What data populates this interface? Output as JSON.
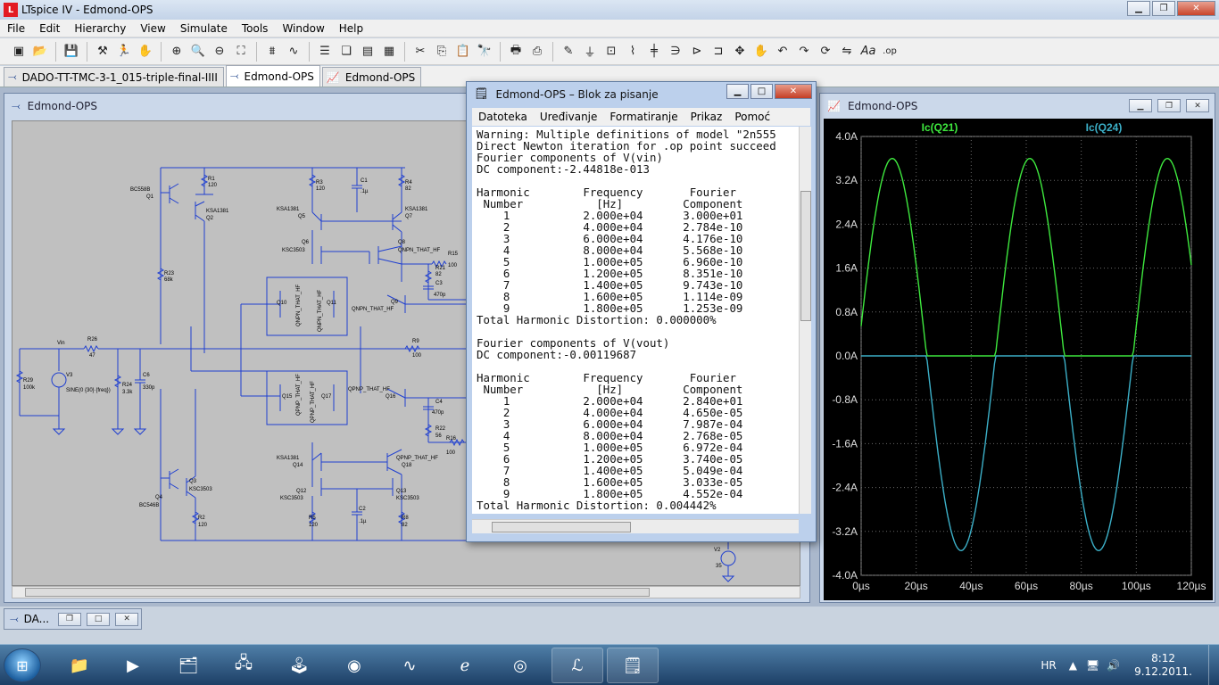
{
  "app": {
    "title": "LTspice IV - Edmond-OPS",
    "icon": "ltspice-icon"
  },
  "menubar": [
    "File",
    "Edit",
    "Hierarchy",
    "View",
    "Simulate",
    "Tools",
    "Window",
    "Help"
  ],
  "doc_tabs": [
    {
      "label": "DADO-TT-TMC-3-1_015-triple-final-IIII",
      "icon": "schematic-icon",
      "active": false
    },
    {
      "label": "Edmond-OPS",
      "icon": "schematic-icon",
      "active": true
    },
    {
      "label": "Edmond-OPS",
      "icon": "waveform-icon",
      "active": false
    }
  ],
  "schematic": {
    "title": "Edmond-OPS",
    "labels": {
      "r1": "R1",
      "r1v": "120",
      "q1": "BC558B",
      "q1n": "Q1",
      "q2": "KSA1381",
      "q2n": "Q2",
      "r3": "R3",
      "r3v": "120",
      "c1": "C1",
      "c1v": ".1µ",
      "r4": "R4",
      "r4v": "82",
      "q5": "KSA1381",
      "q5n": "Q5",
      "q7": "KSA1381",
      "q7n": "Q7",
      "q6": "KSC3503",
      "q6n": "Q6",
      "q8": "QNPN_THAT_HF",
      "q8n": "Q8",
      "r15": "R15",
      "r15v": "100",
      "r21": "R21",
      "r21v": "82",
      "c3": "C3",
      "c3v": "470p",
      "r23": "R23",
      "r23v": "68k",
      "q10": "Q10",
      "q11": "Q11",
      "qnpnv1": "QNPN_THAT_HF",
      "qnpnv2": "QNPN_THAT_HF",
      "q9": "QNPN_THAT_HF",
      "q9n": "Q9",
      "vin": "Vin",
      "r26": "R26",
      "r26v": "47",
      "r9": "R9",
      "r9v": "100",
      "r29": "R29",
      "r29v": "100k",
      "v3": "V3",
      "v3v": "SINE(0 {30} {freq})",
      "r24": "R24",
      "r24v": "3.3k",
      "c6": "C6",
      "c6v": "330p",
      "qpnpv1": "QPNP_THAT_HF",
      "qpnpv2": "QPNP_THAT_HF",
      "q15": "Q15",
      "q17": "Q17",
      "q16": "QPNP_THAT_HF",
      "q16n": "Q16",
      "c4": "C4",
      "c4v": "470p",
      "r22": "R22",
      "r22v": "56",
      "r16": "R16",
      "r16v": "100",
      "q14": "KSA1381",
      "q14n": "Q14",
      "q18": "QPNP_THAT_HF",
      "q18n": "Q18",
      "q3": "KSC3503",
      "q3n": "Q3",
      "q4": "BC546B",
      "q4n": "Q4",
      "r2": "R2",
      "r2v": "120",
      "q12": "KSC3503",
      "q12n": "Q12",
      "q13": "KSC3503",
      "q13n": "Q13",
      "r5": "R5",
      "r5v": "120",
      "c2": "C2",
      "c2v": ".1µ",
      "r8": "R8",
      "r8v": "82",
      "v2": "V2",
      "v2v": "35"
    }
  },
  "notepad": {
    "title": "Edmond-OPS – Blok za pisanje",
    "menu": [
      "Datoteka",
      "Uređivanje",
      "Formatiranje",
      "Prikaz",
      "Pomoć"
    ],
    "text": "Warning: Multiple definitions of model \"2n555\nDirect Newton iteration for .op point succeed\nFourier components of V(vin)\nDC component:-2.44818e-013\n\nHarmonic        Frequency       Fourier\n Number           [Hz]         Component\n    1           2.000e+04      3.000e+01\n    2           4.000e+04      2.784e-10\n    3           6.000e+04      4.176e-10\n    4           8.000e+04      5.568e-10\n    5           1.000e+05      6.960e-10\n    6           1.200e+05      8.351e-10\n    7           1.400e+05      9.743e-10\n    8           1.600e+05      1.114e-09\n    9           1.800e+05      1.253e-09\nTotal Harmonic Distortion: 0.000000%\n\nFourier components of V(vout)\nDC component:-0.00119687\n\nHarmonic        Frequency       Fourier\n Number           [Hz]         Component\n    1           2.000e+04      2.840e+01\n    2           4.000e+04      4.650e-05\n    3           6.000e+04      7.987e-04\n    4           8.000e+04      2.768e-05\n    5           1.000e+05      6.972e-04\n    6           1.200e+05      3.740e-05\n    7           1.400e+05      5.049e-04\n    8           1.600e+05      3.033e-05\n    9           1.800e+05      4.552e-04\nTotal Harmonic Distortion: 0.004442%"
  },
  "plot_window": {
    "title": "Edmond-OPS",
    "traces": [
      {
        "name": "Ic(Q21)",
        "color": "#3ee83e"
      },
      {
        "name": "Ic(Q24)",
        "color": "#3cb0c8"
      }
    ],
    "y_ticks": [
      "4.0A",
      "3.2A",
      "2.4A",
      "1.6A",
      "0.8A",
      "0.0A",
      "-0.8A",
      "-1.6A",
      "-2.4A",
      "-3.2A",
      "-4.0A"
    ],
    "x_ticks": [
      "0µs",
      "20µs",
      "40µs",
      "60µs",
      "80µs",
      "100µs",
      "120µs"
    ]
  },
  "chart_data": {
    "type": "line",
    "xlabel": "",
    "ylabel": "",
    "x_unit": "µs",
    "y_unit": "A",
    "xlim": [
      0,
      120
    ],
    "ylim": [
      -4.0,
      4.0
    ],
    "x_ticks": [
      0,
      20,
      40,
      60,
      80,
      100,
      120
    ],
    "y_ticks": [
      4.0,
      3.2,
      2.4,
      1.6,
      0.8,
      0.0,
      -0.8,
      -1.6,
      -2.4,
      -3.2,
      -4.0
    ],
    "grid": true,
    "background": "#000000",
    "series": [
      {
        "name": "Ic(Q21)",
        "color": "#3ee83e",
        "x": [
          0,
          12.5,
          25,
          37.5,
          50,
          62.5,
          75,
          87.5,
          100,
          112.5,
          120
        ],
        "y": [
          0.4,
          3.6,
          0.05,
          0.0,
          0.05,
          3.6,
          0.05,
          0.0,
          0.05,
          3.6,
          2.0
        ]
      },
      {
        "name": "Ic(Q24)",
        "color": "#3cb0c8",
        "x": [
          0,
          12.5,
          25,
          37.5,
          50,
          62.5,
          75,
          87.5,
          100,
          112.5,
          120
        ],
        "y": [
          0.0,
          0.0,
          -0.05,
          -3.55,
          -0.05,
          0.0,
          -0.05,
          -3.55,
          -0.05,
          0.0,
          0.0
        ]
      }
    ]
  },
  "minimized": {
    "label": "DA..."
  },
  "taskbar": {
    "apps": [
      "explorer",
      "media-player",
      "files",
      "network",
      "joystick",
      "security",
      "oscilloscope",
      "internet-explorer",
      "chrome",
      "ltspice",
      "notepad"
    ],
    "lang": "HR",
    "time": "8:12",
    "date": "9.12.2011."
  }
}
